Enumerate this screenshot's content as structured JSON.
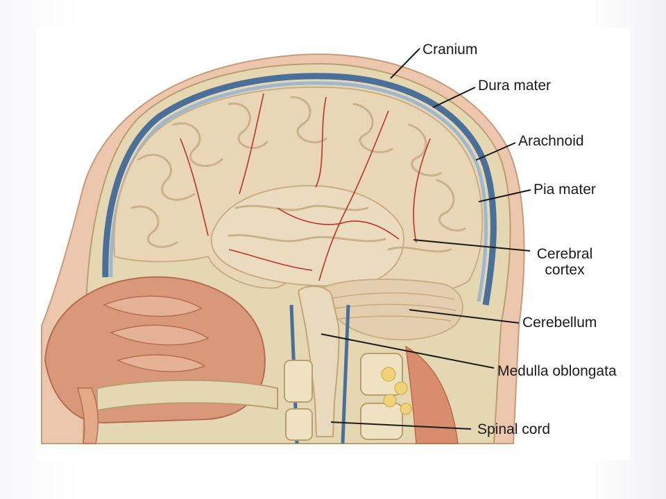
{
  "labels": {
    "cranium": "Cranium",
    "dura_mater": "Dura mater",
    "arachnoid": "Arachnoid",
    "pia_mater": "Pia mater",
    "cerebral_cortex_line1": "Cerebral",
    "cerebral_cortex_line2": "cortex",
    "cerebellum": "Cerebellum",
    "medulla_oblongata": "Medulla oblongata",
    "spinal_cord": "Spinal cord"
  },
  "colors": {
    "brain": "#e8d6b6",
    "brain_shadow": "#c9ad84",
    "vessel": "#b8332a",
    "dura_blue": "#3b5f86",
    "skull": "#e9dcc0",
    "skin": "#e9b89a",
    "nasal": "#d48b6a",
    "leader_line": "#1a1a1a"
  }
}
